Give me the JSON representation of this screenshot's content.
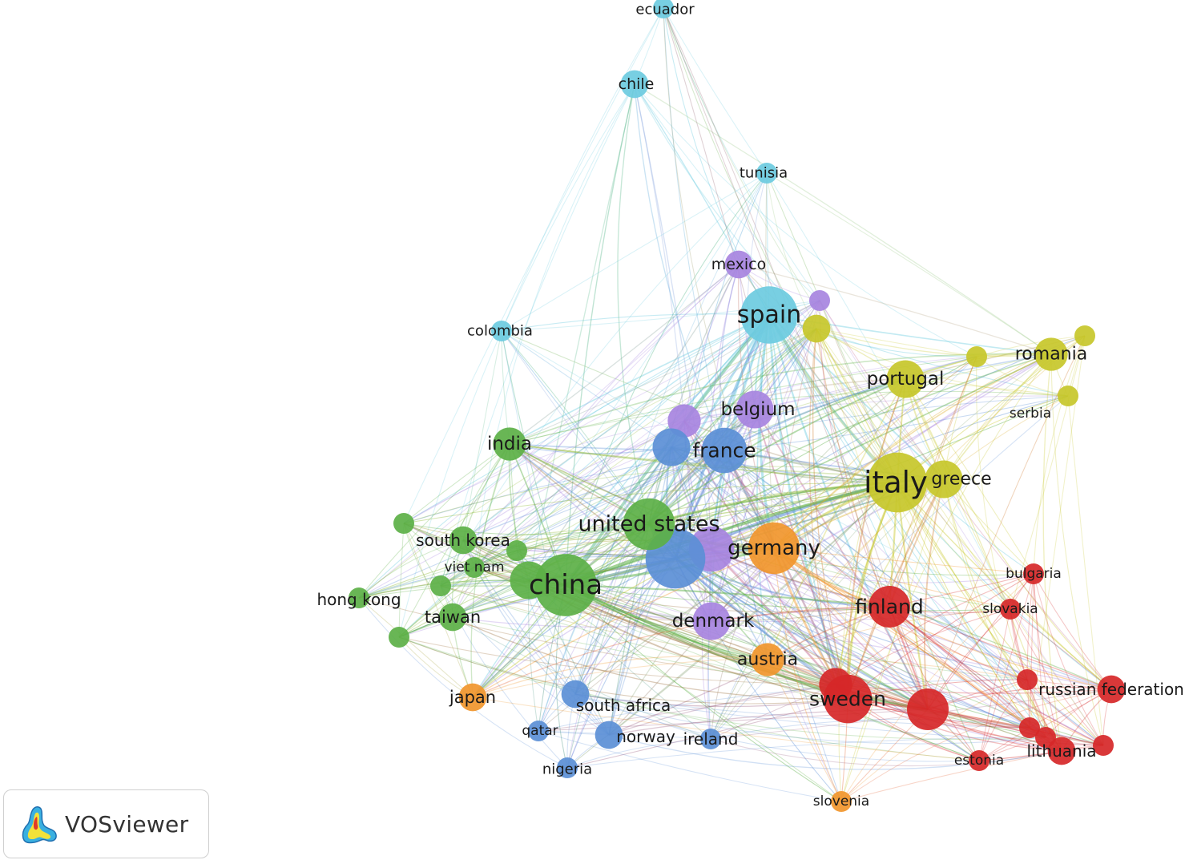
{
  "network": {
    "cluster_colors": {
      "red": "#d62728",
      "green": "#5cb046",
      "blue": "#5b8fd6",
      "yellow": "#c7c72a",
      "purple": "#a784e0",
      "cyan": "#6ccbe0",
      "orange": "#f1962c"
    },
    "nodes": [
      {
        "id": "spain",
        "label": "spain",
        "cluster": "cyan",
        "weight": 10
      },
      {
        "id": "chile",
        "label": "chile",
        "cluster": "cyan",
        "weight": 2
      },
      {
        "id": "ecuador",
        "label": "ecuador",
        "cluster": "cyan",
        "weight": 1
      },
      {
        "id": "colombia",
        "label": "colombia",
        "cluster": "cyan",
        "weight": 1
      },
      {
        "id": "tunisia",
        "label": "tunisia",
        "cluster": "cyan",
        "weight": 1
      },
      {
        "id": "mexico",
        "label": "mexico",
        "cluster": "purple",
        "weight": 2
      },
      {
        "id": "belgium",
        "label": "belgium",
        "cluster": "purple",
        "weight": 4
      },
      {
        "id": "denmark",
        "label": "denmark",
        "cluster": "purple",
        "weight": 4
      },
      {
        "id": "purple-a",
        "label": "",
        "cluster": "purple",
        "weight": 3
      },
      {
        "id": "purple-b",
        "label": "",
        "cluster": "purple",
        "weight": 6
      },
      {
        "id": "purple-c",
        "label": "",
        "cluster": "purple",
        "weight": 1
      },
      {
        "id": "france",
        "label": "france",
        "cluster": "blue",
        "weight": 6
      },
      {
        "id": "blue-a",
        "label": "",
        "cluster": "blue",
        "weight": 4
      },
      {
        "id": "blue-main",
        "label": "",
        "cluster": "blue",
        "weight": 11
      },
      {
        "id": "south-africa",
        "label": "south africa",
        "cluster": "blue",
        "weight": 2
      },
      {
        "id": "norway",
        "label": "norway",
        "cluster": "blue",
        "weight": 2
      },
      {
        "id": "ireland",
        "label": "ireland",
        "cluster": "blue",
        "weight": 1
      },
      {
        "id": "qatar",
        "label": "qatar",
        "cluster": "blue",
        "weight": 1
      },
      {
        "id": "nigeria",
        "label": "nigeria",
        "cluster": "blue",
        "weight": 1
      },
      {
        "id": "china",
        "label": "china",
        "cluster": "green",
        "weight": 12
      },
      {
        "id": "united-states",
        "label": "united states",
        "cluster": "green",
        "weight": 8
      },
      {
        "id": "india",
        "label": "india",
        "cluster": "green",
        "weight": 3
      },
      {
        "id": "south-korea",
        "label": "south korea",
        "cluster": "green",
        "weight": 2
      },
      {
        "id": "viet-nam",
        "label": "viet nam",
        "cluster": "green",
        "weight": 1
      },
      {
        "id": "hong-kong",
        "label": "hong kong",
        "cluster": "green",
        "weight": 1
      },
      {
        "id": "taiwan",
        "label": "taiwan",
        "cluster": "green",
        "weight": 2
      },
      {
        "id": "green-a",
        "label": "",
        "cluster": "green",
        "weight": 1
      },
      {
        "id": "green-b",
        "label": "",
        "cluster": "green",
        "weight": 1
      },
      {
        "id": "green-c",
        "label": "",
        "cluster": "green",
        "weight": 4
      },
      {
        "id": "green-d",
        "label": "",
        "cluster": "green",
        "weight": 1
      },
      {
        "id": "green-e",
        "label": "",
        "cluster": "green",
        "weight": 1
      },
      {
        "id": "italy",
        "label": "italy",
        "cluster": "yellow",
        "weight": 11
      },
      {
        "id": "portugal",
        "label": "portugal",
        "cluster": "yellow",
        "weight": 4
      },
      {
        "id": "greece",
        "label": "greece",
        "cluster": "yellow",
        "weight": 4
      },
      {
        "id": "romania",
        "label": "romania",
        "cluster": "yellow",
        "weight": 3
      },
      {
        "id": "serbia",
        "label": "serbia",
        "cluster": "yellow",
        "weight": 1
      },
      {
        "id": "yellow-a",
        "label": "",
        "cluster": "yellow",
        "weight": 2
      },
      {
        "id": "yellow-b",
        "label": "",
        "cluster": "yellow",
        "weight": 1
      },
      {
        "id": "yellow-c",
        "label": "",
        "cluster": "yellow",
        "weight": 1
      },
      {
        "id": "germany",
        "label": "germany",
        "cluster": "orange",
        "weight": 8
      },
      {
        "id": "austria",
        "label": "austria",
        "cluster": "orange",
        "weight": 3
      },
      {
        "id": "japan",
        "label": "japan",
        "cluster": "orange",
        "weight": 2
      },
      {
        "id": "slovenia",
        "label": "slovenia",
        "cluster": "orange",
        "weight": 1
      },
      {
        "id": "finland",
        "label": "finland",
        "cluster": "red",
        "weight": 5
      },
      {
        "id": "sweden",
        "label": "sweden",
        "cluster": "red",
        "weight": 7
      },
      {
        "id": "red-a",
        "label": "",
        "cluster": "red",
        "weight": 5
      },
      {
        "id": "red-b",
        "label": "",
        "cluster": "red",
        "weight": 3
      },
      {
        "id": "bulgaria",
        "label": "bulgaria",
        "cluster": "red",
        "weight": 1
      },
      {
        "id": "slovakia",
        "label": "slovakia",
        "cluster": "red",
        "weight": 1
      },
      {
        "id": "russian-federation",
        "label": "russian federation",
        "cluster": "red",
        "weight": 2
      },
      {
        "id": "lithuania",
        "label": "lithuania",
        "cluster": "red",
        "weight": 2
      },
      {
        "id": "estonia",
        "label": "estonia",
        "cluster": "red",
        "weight": 1
      },
      {
        "id": "red-c",
        "label": "",
        "cluster": "red",
        "weight": 1
      },
      {
        "id": "red-d",
        "label": "",
        "cluster": "red",
        "weight": 1
      },
      {
        "id": "red-e",
        "label": "",
        "cluster": "red",
        "weight": 1
      },
      {
        "id": "red-f",
        "label": "",
        "cluster": "red",
        "weight": 1
      }
    ]
  },
  "badge": {
    "brand": "VOSviewer",
    "logo_icon": "vosviewer-heatmap-logo-icon"
  }
}
